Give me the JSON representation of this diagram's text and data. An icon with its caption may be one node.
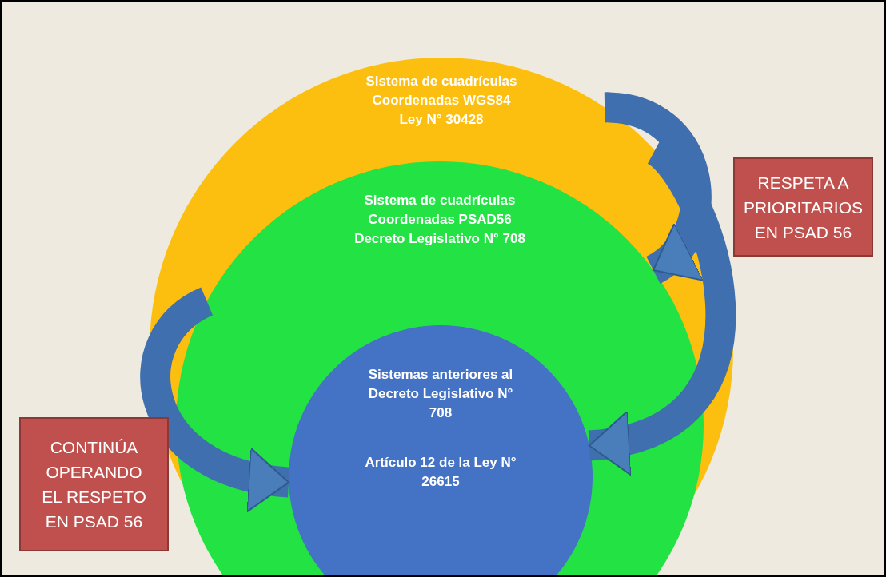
{
  "diagram": {
    "nodes": [
      {
        "text": [
          "Sistema de cuadrículas Coordenadas WGS84 Ley N° 30428"
        ]
      },
      {
        "text": [
          "Sistema de cuadrículas Coordenadas PSAD56 Decreto Legislativo N° 708"
        ],
        "in": 0
      },
      {
        "text": [
          "Sistemas anteriores al Decreto Legislativo N° 708",
          "Artículo 12 de la Ley N° 26615"
        ],
        "in": 1
      },
      {
        "text": [
          "RESPETA A PRIORITARIOS EN PSAD 56"
        ]
      },
      {
        "text": [
          "CONTINÚA OPERANDO EL RESPETO EN PSAD 56"
        ]
      }
    ],
    "edges": [
      {
        "from": 0,
        "to": 1,
        "arrow": "to"
      },
      {
        "from": 0,
        "to": 2,
        "arrow": "to"
      },
      {
        "from": 1,
        "to": 2,
        "arrow": "to"
      }
    ]
  }
}
